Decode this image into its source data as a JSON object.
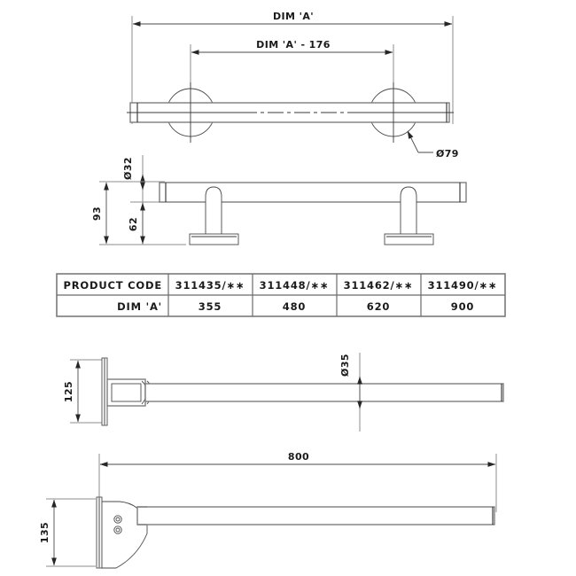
{
  "drawing": {
    "title": "grab-rail-technical-drawing",
    "background_color": "#ffffff",
    "line_color": "#2c2c2c"
  },
  "view_top": {
    "name": "plan-view",
    "dim_overall_label": "DIM 'A'",
    "dim_inner_label": "DIM 'A' - 176",
    "flange_label": "Ø79"
  },
  "view_side": {
    "name": "elevation-view",
    "dim_height_label": "93",
    "dim_post_label": "62",
    "dim_diameter_label": "Ø32"
  },
  "table": {
    "name": "product-code-table",
    "row_labels": [
      "PRODUCT CODE",
      "DIM 'A'"
    ],
    "rows": [
      {
        "label": "PRODUCT CODE",
        "values": [
          "311435/∗∗",
          "311448/∗∗",
          "311462/∗∗",
          "311490/∗∗"
        ]
      },
      {
        "label": "DIM 'A'",
        "values": [
          "355",
          "480",
          "620",
          "900"
        ]
      }
    ]
  },
  "view_bracket": {
    "name": "bracket-section-view",
    "dim_height_label": "125",
    "dim_diameter_label": "Ø35"
  },
  "view_bottom": {
    "name": "bracket-elevation-view",
    "dim_length_label": "800",
    "dim_height_label": "135"
  }
}
